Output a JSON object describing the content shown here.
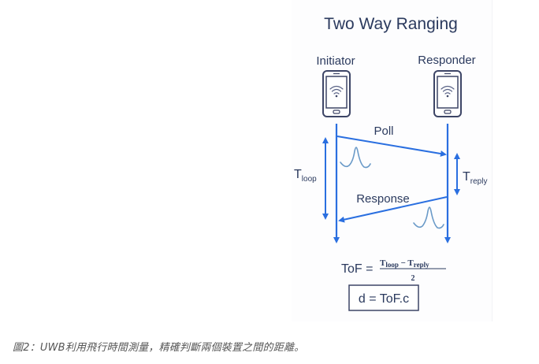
{
  "diagram": {
    "title": "Two Way Ranging",
    "initiator_label": "Initiator",
    "responder_label": "Responder",
    "poll_label": "Poll",
    "response_label": "Response",
    "tloop": {
      "base": "T",
      "sub": "loop"
    },
    "treply": {
      "base": "T",
      "sub": "reply"
    },
    "formula": {
      "lhs": "ToF =",
      "numerator": "T",
      "num_sub1": "loop",
      "minus": " − T",
      "num_sub2": "reply",
      "denominator": "2"
    },
    "distance_formula": "d = ToF.c",
    "icons": {
      "initiator_device": "smartphone-wifi-icon",
      "responder_device": "smartphone-wifi-icon",
      "poll_pulse": "pulse-wave-icon",
      "response_pulse": "pulse-wave-icon"
    },
    "colors": {
      "arrow": "#2a6fe0",
      "text": "#2b3a5e",
      "device": "#3d4566",
      "pulse": "#6a9ac8"
    }
  },
  "caption": "圖2：UWB利用飛行時間測量，精確判斷兩個裝置之間的距離。"
}
